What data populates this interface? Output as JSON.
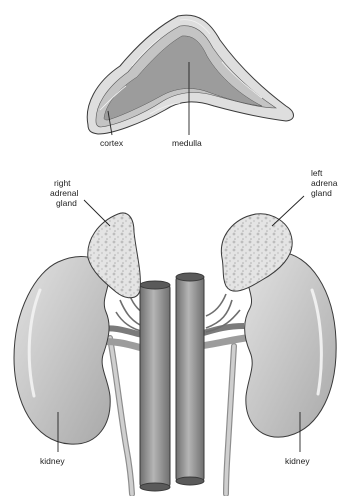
{
  "labels": {
    "cortex": "cortex",
    "medulla": "medulla",
    "right_adrenal_line1": "right",
    "right_adrenal_line2": "adrenal",
    "right_adrenal_line3": "gland",
    "left_adrenal_line1": "left",
    "left_adrenal_line2": "adrena",
    "left_adrenal_line3": "gland",
    "kidney_left_side": "kidney",
    "kidney_right_side": "kidney"
  },
  "colors": {
    "background": "#ffffff",
    "cortex": "#dcdcdc",
    "medulla": "#9a9a9a",
    "kidney": "#c9c9c9",
    "gland": "#e2e2e2",
    "vessel": "#8d8d8d",
    "outline": "#3a3a3a"
  }
}
